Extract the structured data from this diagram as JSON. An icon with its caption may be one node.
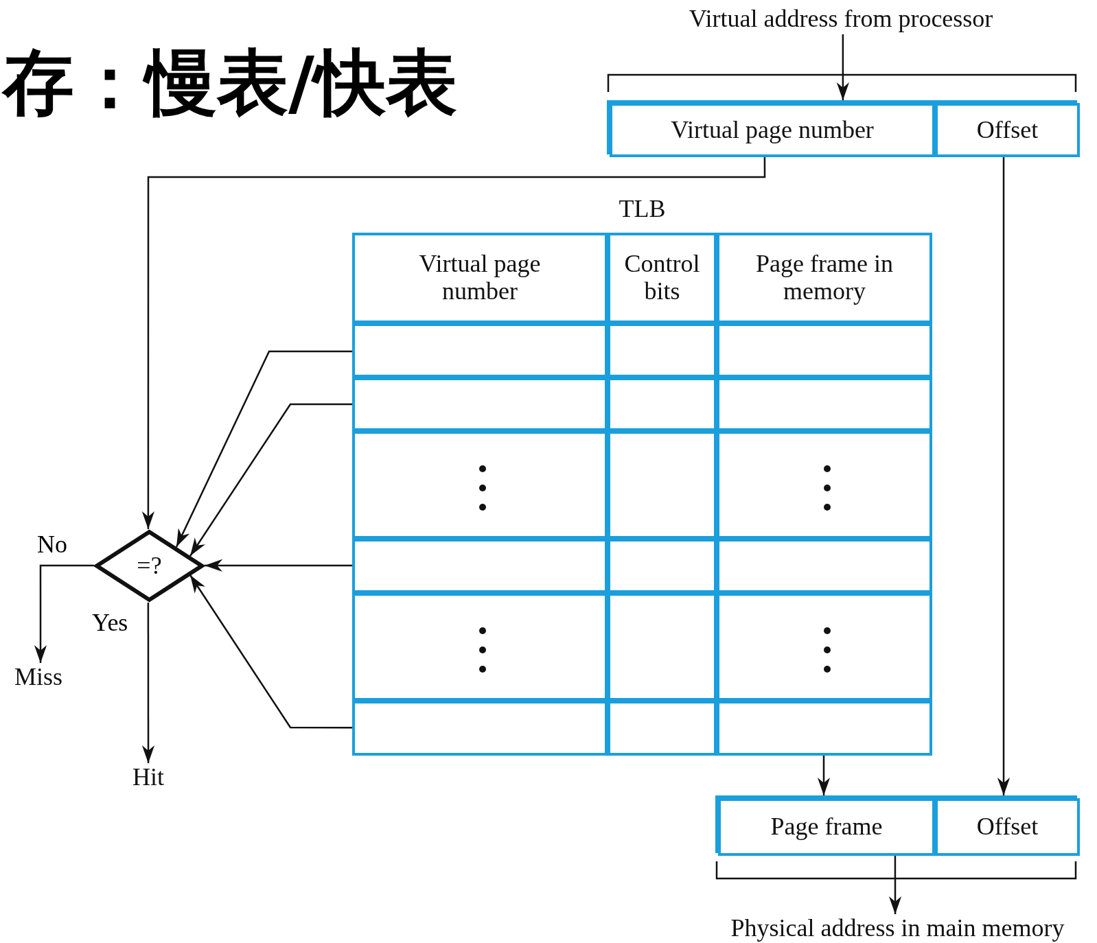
{
  "diagram": {
    "title": "存：慢表/快表",
    "nodes": [
      {
        "text": [
          "Virtual address from processor"
        ]
      },
      {
        "text": [],
        "shape": "box"
      },
      {
        "text": [
          "Virtual page number"
        ],
        "in": 1
      },
      {
        "text": [
          "Offset"
        ],
        "in": 1
      },
      {
        "text": [
          "TLB"
        ]
      },
      {
        "text": [
          "Virtual page number"
        ],
        "in": 4
      },
      {
        "text": [
          "Control bits"
        ],
        "in": 4
      },
      {
        "text": [
          "Page frame in memory"
        ],
        "in": 4
      },
      {
        "text": [],
        "shape": "box",
        "in": 4
      },
      {
        "text": [],
        "shape": "box",
        "in": 4
      },
      {
        "text": [],
        "shape": "box",
        "in": 4
      },
      {
        "text": [],
        "shape": "box",
        "in": 4
      },
      {
        "text": [
          "=?"
        ]
      },
      {
        "text": [
          "Miss"
        ]
      },
      {
        "text": [
          "Hit"
        ]
      },
      {
        "text": [],
        "shape": "box"
      },
      {
        "text": [
          "Page frame"
        ],
        "in": 15
      },
      {
        "text": [
          "Offset"
        ],
        "in": 15
      },
      {
        "text": [
          "Physical address in main memory"
        ]
      }
    ],
    "edges": [
      {
        "from": 0,
        "to": 1,
        "arrow": "to"
      },
      {
        "from": 2,
        "to": 12,
        "arrow": "to"
      },
      {
        "from": 8,
        "to": 12,
        "arrow": "to"
      },
      {
        "from": 9,
        "to": 12,
        "arrow": "to"
      },
      {
        "from": 10,
        "to": 12,
        "arrow": "to"
      },
      {
        "from": 11,
        "to": 12,
        "arrow": "to"
      },
      {
        "from": 12,
        "to": 13,
        "arrow": "to",
        "label": "No"
      },
      {
        "from": 12,
        "to": 14,
        "arrow": "to",
        "label": "Yes"
      },
      {
        "from": 4,
        "to": 16,
        "arrow": "to"
      },
      {
        "from": 3,
        "to": 17,
        "arrow": "to"
      },
      {
        "from": 15,
        "to": 18,
        "arrow": "to"
      }
    ]
  }
}
